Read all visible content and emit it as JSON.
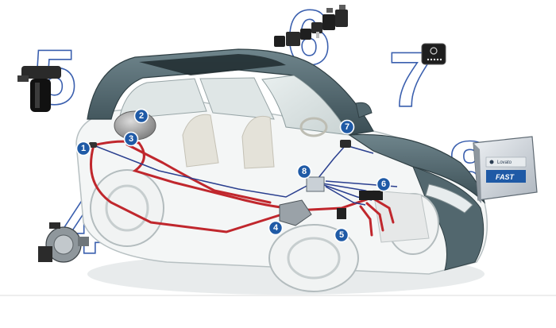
{
  "components": [
    {
      "id": "1",
      "badge": "1"
    },
    {
      "id": "2",
      "badge": "2"
    },
    {
      "id": "3",
      "badge": "3"
    },
    {
      "id": "4",
      "badge": "4",
      "big_number": "4"
    },
    {
      "id": "5",
      "badge": "5",
      "big_number": "5"
    },
    {
      "id": "6",
      "badge": "6",
      "big_number": "6"
    },
    {
      "id": "7",
      "badge": "7",
      "big_number": "7"
    },
    {
      "id": "8",
      "badge": "8",
      "big_number": "8"
    }
  ],
  "ecu_label": {
    "brand": "Lovato",
    "product": "FAST"
  },
  "colors": {
    "badge": "#1f5aa6",
    "gas_line": "#c0272d",
    "signal_line": "#2a3f8f",
    "car_body": "#4b6168",
    "big_number_outline": "#3a5fae"
  }
}
